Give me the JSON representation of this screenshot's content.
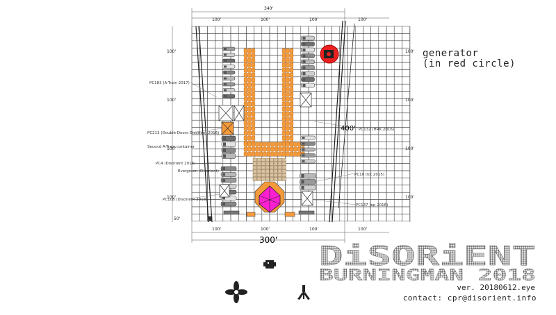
{
  "title": "DiSORiENT",
  "subtitle": "BURNINGMAN 2018",
  "version": "ver. 20180612.eye",
  "contact": "contact: cpr@disorient.info",
  "note_line1": "generator",
  "note_line2": "(in red circle)",
  "dimensions": {
    "top_total": "340'",
    "bottom_total": "300'",
    "hundred": "100'",
    "fifty": "50'",
    "diagonal": "400'"
  },
  "labels": {
    "pc183": "PC183 (A-Train 2017)",
    "pc213": "PC213 (Double Doors Disorient 2016)",
    "second_atrain": "Second A-Train container",
    "pc4": "PC4 (Disorient 2016)",
    "evergreen": "Evergreen (Disorient)",
    "pc108": "PC108 (Disorient 2018)",
    "pc132": "PC132 (HRK 2016)",
    "pc10": "PC10 (lot 2015)",
    "pc137": "PC137 (ep 2016)"
  },
  "colors": {
    "orange": "#f59a3a",
    "pink": "#ff1fd2",
    "red": "#e82020",
    "grid": "#444444"
  }
}
